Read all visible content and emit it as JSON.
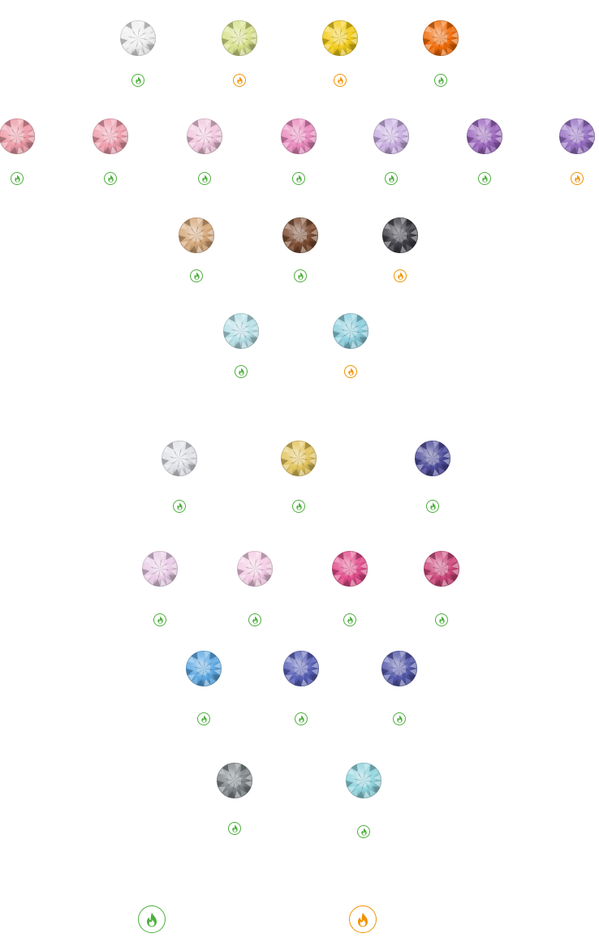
{
  "colors": {
    "green": "#4caf3c",
    "orange": "#f39200"
  },
  "groups": [
    {
      "rows": [
        {
          "gems": [
            {
              "color": "#eeeeee",
              "badge": "green"
            },
            {
              "color": "#d6e08a",
              "badge": "orange"
            },
            {
              "color": "#f2cc1a",
              "badge": "orange"
            },
            {
              "color": "#f06a06",
              "badge": "green"
            }
          ]
        },
        {
          "gems": [
            {
              "color": "#ec9aa6",
              "badge": "green"
            },
            {
              "color": "#ee9dad",
              "badge": "green"
            },
            {
              "color": "#f1c7de",
              "badge": "green"
            },
            {
              "color": "#e98abd",
              "badge": "green"
            },
            {
              "color": "#c8aee0",
              "badge": "green"
            },
            {
              "color": "#9a66bc",
              "badge": "green"
            },
            {
              "color": "#9670c2",
              "badge": "orange"
            }
          ]
        },
        {
          "gems": [
            {
              "color": "#d3a678",
              "badge": "green"
            },
            {
              "color": "#7a4a30",
              "badge": "green"
            },
            {
              "color": "#3d3d44",
              "badge": "orange"
            }
          ]
        },
        {
          "gems": [
            {
              "color": "#b6dfe6",
              "badge": "green"
            },
            {
              "color": "#8ccddc",
              "badge": "orange"
            }
          ]
        }
      ]
    },
    {
      "rows": [
        {
          "gems": [
            {
              "color": "#dfe1e6",
              "badge": "green"
            },
            {
              "color": "#e2c35c",
              "badge": "green"
            },
            {
              "color": "#4c4a98",
              "badge": "green"
            }
          ]
        },
        {
          "gems": [
            {
              "color": "#e9cce6",
              "badge": "green"
            },
            {
              "color": "#f4cde5",
              "badge": "green"
            },
            {
              "color": "#e14c8a",
              "badge": "green"
            },
            {
              "color": "#c94577",
              "badge": "green"
            }
          ]
        },
        {
          "gems": [
            {
              "color": "#5da8e2",
              "badge": "green"
            },
            {
              "color": "#5760b6",
              "badge": "green"
            },
            {
              "color": "#5458a8",
              "badge": "green"
            }
          ]
        },
        {
          "gems": [
            {
              "color": "#7e8588",
              "badge": "green"
            },
            {
              "color": "#8fd3dd",
              "badge": "green"
            }
          ]
        }
      ]
    }
  ],
  "legend": [
    {
      "badge": "green"
    },
    {
      "badge": "orange"
    }
  ]
}
